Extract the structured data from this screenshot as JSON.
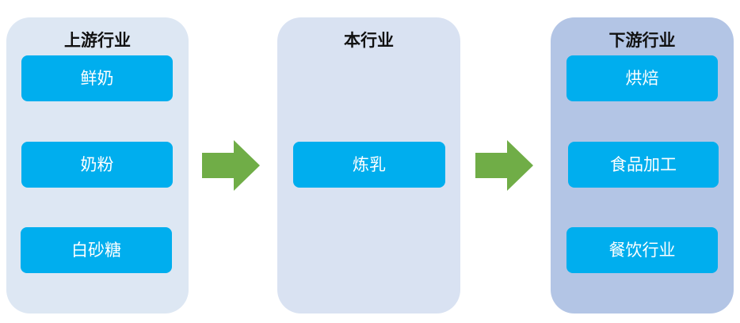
{
  "columns": {
    "upstream": {
      "title": "上游行业",
      "items": [
        "鲜奶",
        "奶粉",
        "白砂糖"
      ]
    },
    "current": {
      "title": "本行业",
      "items": [
        "炼乳"
      ]
    },
    "downstream": {
      "title": "下游行业",
      "items": [
        "烘焙",
        "食品加工",
        "餐饮行业"
      ]
    }
  },
  "colors": {
    "node_fill": "#00aeee",
    "arrow_fill": "#70ad47",
    "upstream_panel": "#dde7f3",
    "current_panel": "#d9e2f2",
    "downstream_panel": "#b3c5e5"
  }
}
